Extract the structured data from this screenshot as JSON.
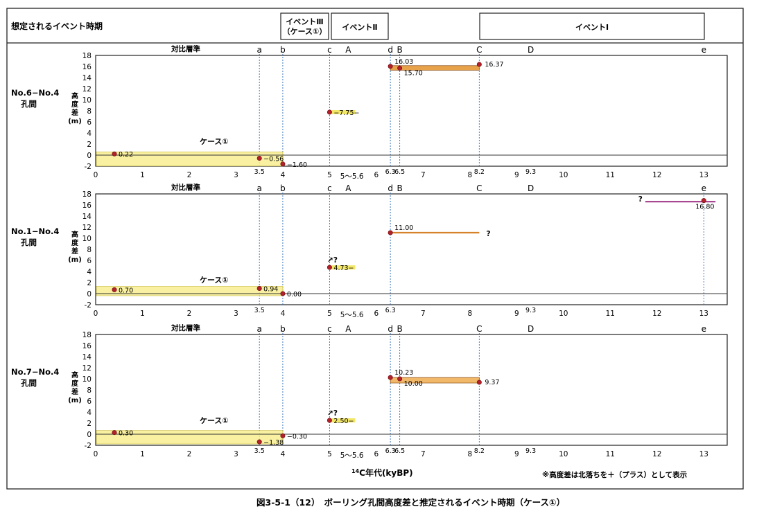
{
  "header": {
    "label": "想定されるイベント時期",
    "events": [
      {
        "name": "event-3",
        "lines": [
          "イベントⅢ",
          "（ケース①）"
        ],
        "start": 4.0,
        "end": 5.0
      },
      {
        "name": "event-2",
        "lines": [
          "イベントⅡ"
        ],
        "start": 5.0,
        "end": 6.2
      },
      {
        "name": "event-1",
        "lines": [
          "イベントⅠ"
        ],
        "start": 8.2,
        "end": 13.0
      }
    ]
  },
  "layers_label": "対比層準",
  "x_axis_label": "14C年代(kyBP)",
  "x_axis_label_sup": "14",
  "x_axis_label_rest": "C年代(kyBP)",
  "note": "※高度差は北落ちを＋（プラス）として表示",
  "caption": "図3-5-1（12）　ボーリング孔間高度差と推定されるイベント時期（ケース①）",
  "chart_data": [
    {
      "type": "scatter",
      "panel_label": [
        "No.6−No.4",
        "孔間"
      ],
      "ylabel": [
        "高",
        "度",
        "差",
        "(m)"
      ],
      "xlim": [
        0,
        13.5
      ],
      "ylim": [
        -2,
        18
      ],
      "x_ticks": [
        0,
        1,
        2,
        3,
        3.5,
        4,
        5,
        6,
        6.3,
        6.5,
        7,
        8,
        8.2,
        9,
        9.3,
        10,
        11,
        12,
        13
      ],
      "y_ticks": [
        18,
        16,
        14,
        12,
        10,
        8,
        6,
        4,
        2,
        0,
        -2
      ],
      "range_label": {
        "x": 5.3,
        "text": "5〜5.6"
      },
      "layers": [
        {
          "label": "a",
          "x": 3.5
        },
        {
          "label": "b",
          "x": 4.0
        },
        {
          "label": "c",
          "x": 5.0
        },
        {
          "label": "A",
          "x": 5.4
        },
        {
          "label": "d",
          "x": 6.3
        },
        {
          "label": "B",
          "x": 6.5
        },
        {
          "label": "C",
          "x": 8.2
        },
        {
          "label": "D",
          "x": 9.3
        },
        {
          "label": "e",
          "x": 13.0
        }
      ],
      "guides": [
        3.5,
        4.0,
        5.0,
        6.3,
        6.5,
        8.2
      ],
      "points": [
        {
          "x": 0.4,
          "y": 0.22,
          "label": "0.22"
        },
        {
          "x": 3.5,
          "y": -0.56,
          "label": "−0.56"
        },
        {
          "x": 4.0,
          "y": -1.6,
          "label": "−1.60"
        },
        {
          "x": 5.0,
          "y": 7.75,
          "label": "−7.75−"
        },
        {
          "x": 6.3,
          "y": 16.03,
          "label": "16.03"
        },
        {
          "x": 6.5,
          "y": 15.7,
          "label": "15.70"
        },
        {
          "x": 8.2,
          "y": 16.37,
          "label": "16.37"
        }
      ],
      "case_label": {
        "text": "ケース①",
        "x": 2.0,
        "y": 1.5
      },
      "extra_labels": []
    },
    {
      "type": "scatter",
      "panel_label": [
        "No.1−No.4",
        "孔間"
      ],
      "ylabel": [
        "高",
        "度",
        "差",
        "(m)"
      ],
      "xlim": [
        0,
        13.5
      ],
      "ylim": [
        -2,
        18
      ],
      "x_ticks": [
        0,
        1,
        2,
        3,
        3.5,
        4,
        5,
        6,
        6.3,
        7,
        8,
        9,
        9.3,
        10,
        11,
        12,
        13
      ],
      "y_ticks": [
        18,
        16,
        14,
        12,
        10,
        8,
        6,
        4,
        2,
        0,
        -2
      ],
      "range_label": {
        "x": 5.3,
        "text": "5〜5.6"
      },
      "layers": [
        {
          "label": "a",
          "x": 3.5
        },
        {
          "label": "b",
          "x": 4.0
        },
        {
          "label": "c",
          "x": 5.0
        },
        {
          "label": "A",
          "x": 5.4
        },
        {
          "label": "d",
          "x": 6.3
        },
        {
          "label": "B",
          "x": 6.5
        },
        {
          "label": "C",
          "x": 8.2
        },
        {
          "label": "D",
          "x": 9.3
        },
        {
          "label": "e",
          "x": 13.0
        }
      ],
      "guides": [
        3.5,
        4.0,
        5.0,
        6.3,
        13.0
      ],
      "points": [
        {
          "x": 0.4,
          "y": 0.7,
          "label": "0.70"
        },
        {
          "x": 3.5,
          "y": 0.94,
          "label": "0.94"
        },
        {
          "x": 4.0,
          "y": 0.0,
          "label": "0.00"
        },
        {
          "x": 5.0,
          "y": 4.73,
          "label": "4.73−"
        },
        {
          "x": 6.3,
          "y": 11.0,
          "label": "11.00"
        },
        {
          "x": 13.0,
          "y": 16.8,
          "label": "16.80"
        }
      ],
      "case_label": {
        "text": "ケース①",
        "x": 2.0,
        "y": 1.5
      },
      "extra_labels": [
        {
          "text": "?",
          "x": 8.35,
          "y": 10.4
        },
        {
          "text": "↗?",
          "x": 4.95,
          "y": 5.6
        },
        {
          "text": "?",
          "x": 11.6,
          "y": 16.6
        }
      ]
    },
    {
      "type": "scatter",
      "panel_label": [
        "No.7−No.4",
        "孔間"
      ],
      "ylabel": [
        "高",
        "度",
        "差",
        "(m)"
      ],
      "xlim": [
        0,
        13.5
      ],
      "ylim": [
        -2,
        18
      ],
      "x_ticks": [
        0,
        1,
        2,
        3,
        3.5,
        4,
        5,
        6,
        6.3,
        6.5,
        7,
        8,
        8.2,
        9,
        9.3,
        10,
        11,
        12,
        13
      ],
      "y_ticks": [
        18,
        16,
        14,
        12,
        10,
        8,
        6,
        4,
        2,
        0,
        -2
      ],
      "range_label": {
        "x": 5.3,
        "text": "5〜5.6"
      },
      "layers": [
        {
          "label": "a",
          "x": 3.5
        },
        {
          "label": "b",
          "x": 4.0
        },
        {
          "label": "c",
          "x": 5.0
        },
        {
          "label": "A",
          "x": 5.4
        },
        {
          "label": "d",
          "x": 6.3
        },
        {
          "label": "B",
          "x": 6.5
        },
        {
          "label": "C",
          "x": 8.2
        },
        {
          "label": "D",
          "x": 9.3
        },
        {
          "label": "e",
          "x": 13.0
        }
      ],
      "guides": [
        3.5,
        4.0,
        5.0,
        6.3,
        6.5,
        8.2
      ],
      "points": [
        {
          "x": 0.4,
          "y": 0.3,
          "label": "0.30"
        },
        {
          "x": 3.5,
          "y": -1.38,
          "label": "−1.38"
        },
        {
          "x": 4.0,
          "y": -0.3,
          "label": "−0.30"
        },
        {
          "x": 5.0,
          "y": 2.5,
          "label": "2.50−"
        },
        {
          "x": 6.3,
          "y": 10.23,
          "label": "10.23"
        },
        {
          "x": 6.5,
          "y": 10.0,
          "label": "10.00"
        },
        {
          "x": 8.2,
          "y": 9.37,
          "label": "9.37"
        }
      ],
      "case_label": {
        "text": "ケース①",
        "x": 2.0,
        "y": 1.5
      },
      "extra_labels": [
        {
          "text": "↗?",
          "x": 4.95,
          "y": 3.4
        }
      ]
    }
  ]
}
